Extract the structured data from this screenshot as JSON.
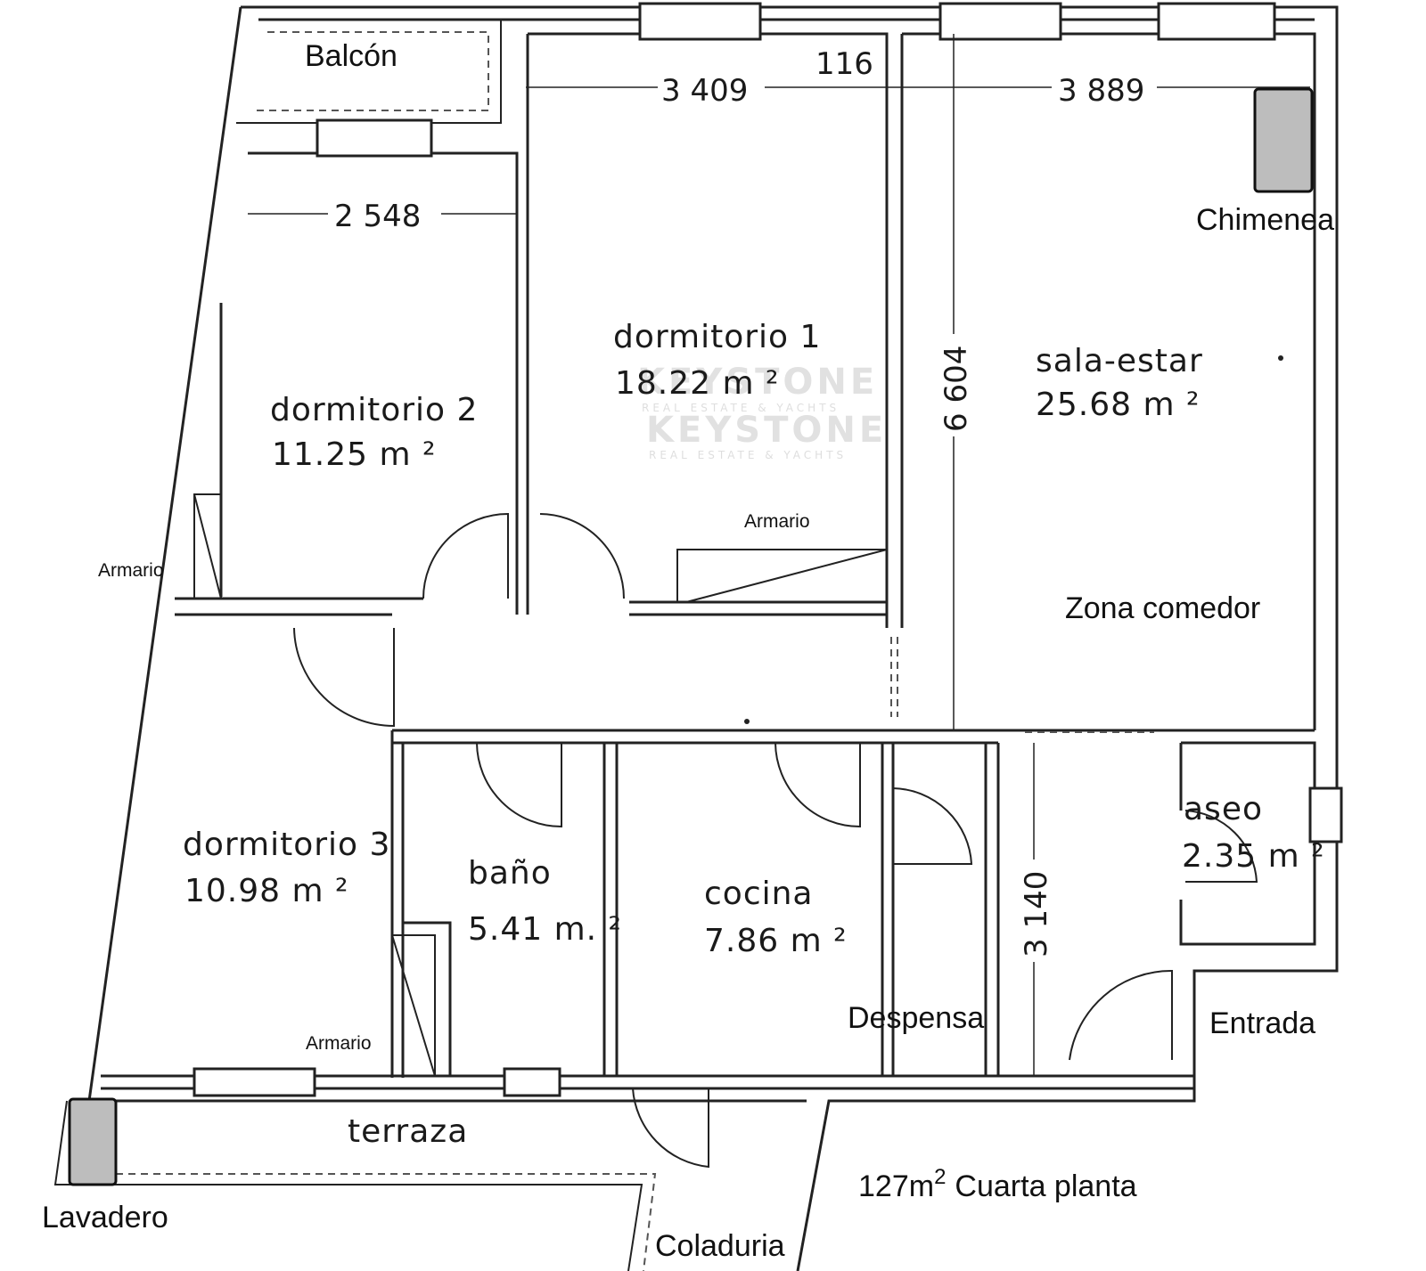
{
  "rooms": {
    "balcon": {
      "name": "Balcón"
    },
    "dormitorio1": {
      "name": "dormitorio 1",
      "area": "18.22 m ²"
    },
    "dormitorio2": {
      "name": "dormitorio 2",
      "area": "11.25 m ²"
    },
    "dormitorio3": {
      "name": "dormitorio 3",
      "area": "10.98 m ²"
    },
    "sala": {
      "name": "sala-estar",
      "area": "25.68 m ²"
    },
    "comedor": {
      "name": "Zona comedor"
    },
    "bano": {
      "name": "baño",
      "area": "5.41 m. ²"
    },
    "cocina": {
      "name": "cocina",
      "area": "7.86 m ²"
    },
    "aseo": {
      "name": "aseo",
      "area": "2.35 m ²"
    },
    "despensa": {
      "name": "Despensa"
    },
    "entrada": {
      "name": "Entrada"
    },
    "terraza": {
      "name": "terraza"
    },
    "lavadero": {
      "name": "Lavadero"
    },
    "coladuria": {
      "name": "Coladuria"
    },
    "chimenea": {
      "name": "Chimenea"
    }
  },
  "closets": {
    "armario_d1": "Armario",
    "armario_d2": "Armario",
    "armario_d3": "Armario"
  },
  "dimensions": {
    "d1_width": "3 409",
    "gap": "116",
    "sala_width": "3 889",
    "d2_width": "2 548",
    "sala_depth": "6 604",
    "entrada_depth": "3 140"
  },
  "summary": {
    "area": "127m",
    "sup": "2",
    "floor": "Cuarta planta"
  },
  "watermark": {
    "brand": "KEYSTONE",
    "tagline": "REAL ESTATE & YACHTS"
  }
}
